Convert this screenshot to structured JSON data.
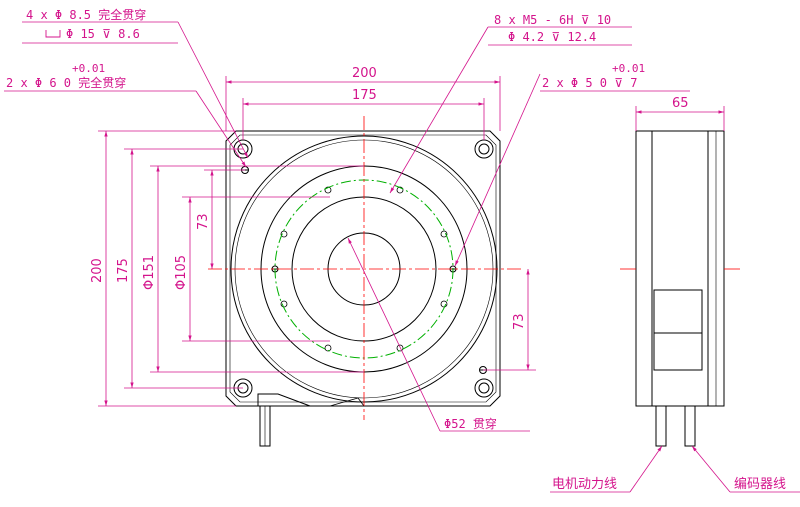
{
  "colors": {
    "outline": "#000000",
    "dimension": "#d4148c",
    "centerline": "#ff0000",
    "pitch_circle": "#00b000"
  },
  "callouts": {
    "top_left_holes_line1": "4 x Φ 8.5 完全贯穿",
    "top_left_holes_line2": "Φ 15 ⊽ 8.6",
    "pin_left_line1": "2 x Φ 6  0  完全贯穿",
    "pin_left_tol": "+0.01",
    "threaded_line1": "8 x  M5 - 6H ⊽ 10",
    "threaded_line2": "Φ 4.2 ⊽ 12.4",
    "pin_right_line1": "2 x Φ 5  0   ⊽ 7",
    "pin_right_tol": "+0.01",
    "through_bore": "Φ52 贯穿"
  },
  "dimensions": {
    "width_outer": "200",
    "width_inner": "175",
    "height_outer": "200",
    "height_inner": "175",
    "dia_151": "Φ151",
    "dia_105": "Φ105",
    "offset_top": "73",
    "offset_right": "73",
    "side_thickness": "65"
  },
  "labels": {
    "motor_power_cable": "电机动力线",
    "encoder_cable": "编码器线"
  }
}
